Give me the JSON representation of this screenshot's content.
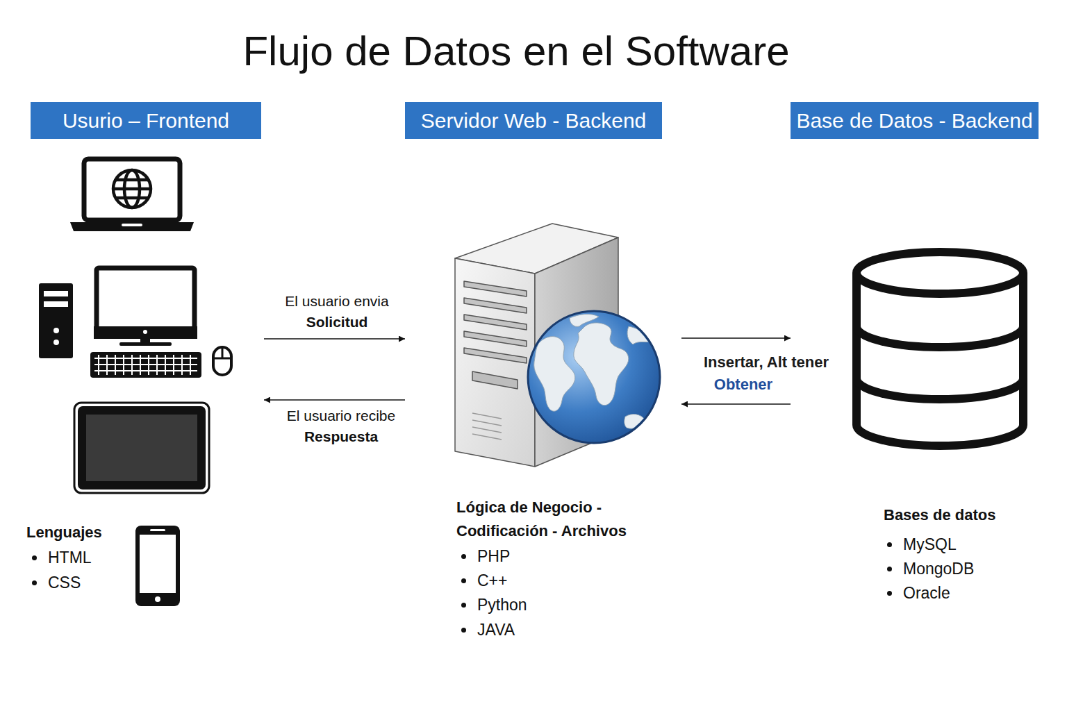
{
  "diagram": {
    "title": "Flujo de Datos en el Software",
    "nodes": [
      {
        "text": [
          "Usurio – Frontend",
          "Lenguajes",
          "HTML",
          "CSS"
        ]
      },
      {
        "text": [
          "Servidor Web - Backend",
          "Lógica de Negocio - Codificación - Archivos",
          "PHP",
          "C++",
          "Python",
          "JAVA"
        ]
      },
      {
        "text": [
          "Base de Datos - Backend",
          "Bases de datos",
          "MySQL",
          "MongoDB",
          "Oracle"
        ]
      }
    ],
    "edges": [
      {
        "from": 0,
        "to": 1,
        "arrow": "to",
        "label": "El usuario envia Solicitud"
      },
      {
        "from": 1,
        "to": 0,
        "arrow": "to",
        "label": "El usuario recibe Respuesta"
      },
      {
        "from": 1,
        "to": 2,
        "arrow": "to",
        "label": "Insertar, Alt tener"
      },
      {
        "from": 2,
        "to": 1,
        "arrow": "to",
        "label": "Obtener"
      }
    ]
  }
}
